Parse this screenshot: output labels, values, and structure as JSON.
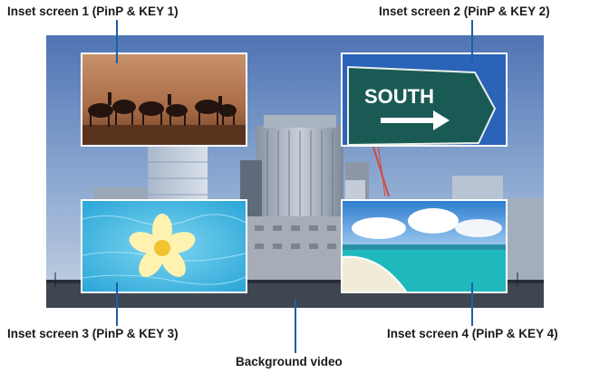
{
  "labels": {
    "inset1": "Inset screen 1 (PinP & KEY 1)",
    "inset2": "Inset screen 2 (PinP & KEY 2)",
    "inset3": "Inset screen 3 (PinP & KEY 3)",
    "inset4": "Inset screen 4 (PinP & KEY 4)",
    "background": "Background video"
  },
  "sign_text": "SOUTH",
  "colors": {
    "leader": "#1f5fa8",
    "label_text": "#1a1a1a",
    "inset_border": "#ffffff"
  }
}
